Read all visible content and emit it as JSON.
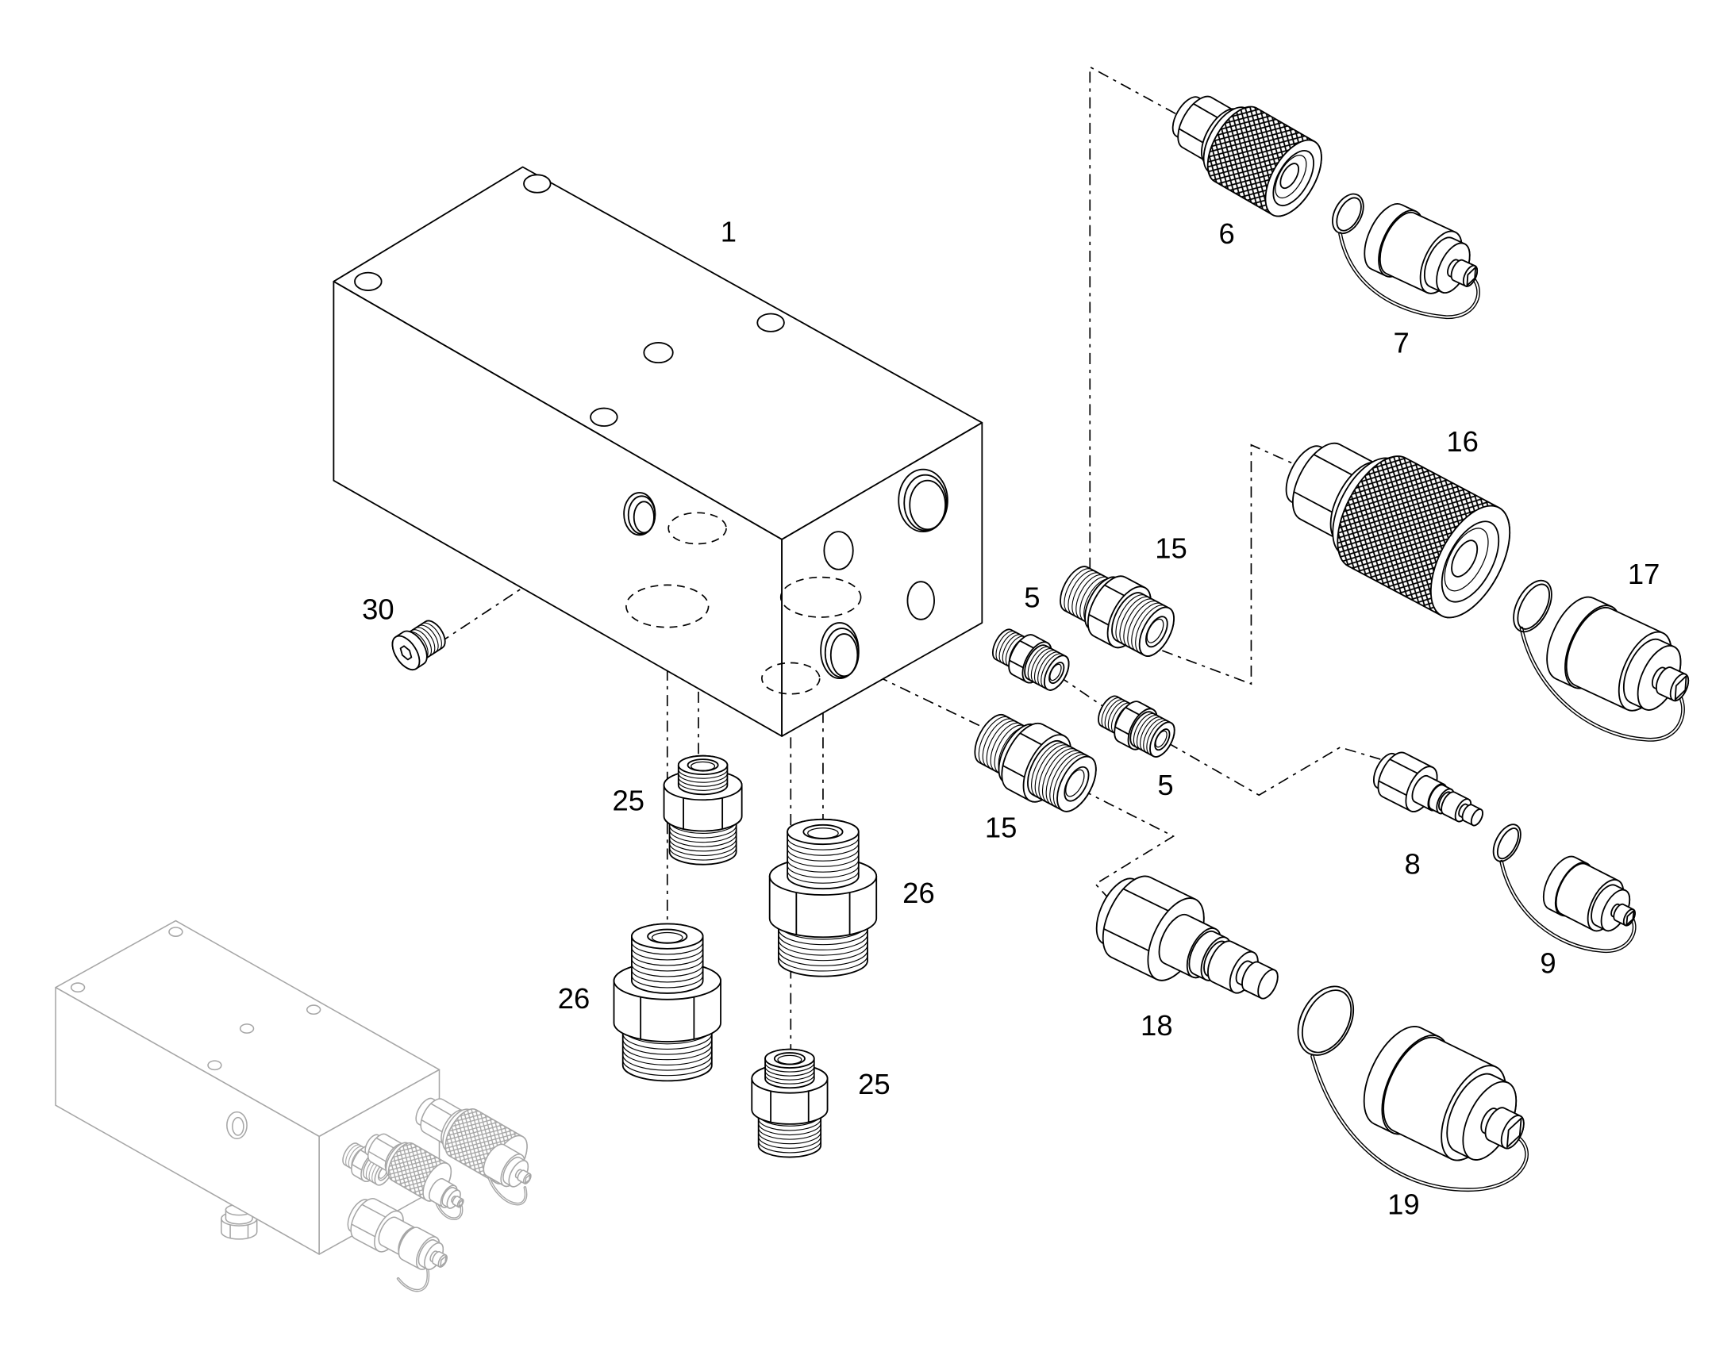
{
  "callouts": [
    "1",
    "6",
    "7",
    "16",
    "15",
    "17",
    "5",
    "30",
    "5",
    "25",
    "15",
    "8",
    "26",
    "9",
    "26",
    "18",
    "25",
    "19"
  ]
}
